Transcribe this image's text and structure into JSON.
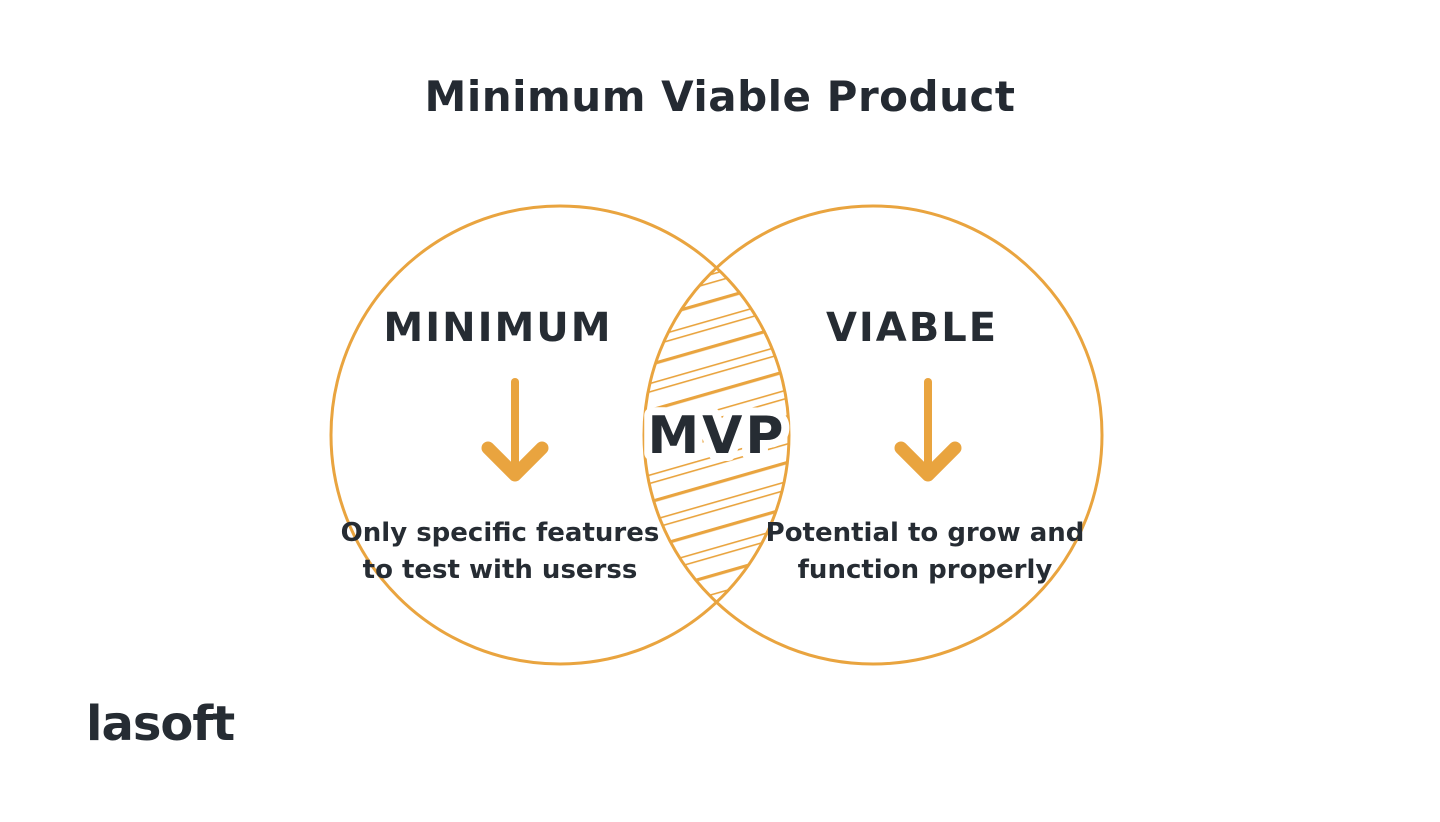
{
  "title": "Minimum Viable Product",
  "colors": {
    "accent_orange": "#E9A43F",
    "dark_text": "#262C33",
    "background": "#FFFFFF"
  },
  "diagram": {
    "type": "venn",
    "left_circle": {
      "label": "MINIMUM",
      "description_line1": "Only specific features",
      "description_line2": "to test with userss"
    },
    "right_circle": {
      "label": "VIABLE",
      "description_line1": "Potential to grow and",
      "description_line2": "function properly"
    },
    "intersection": {
      "label": "MVP"
    }
  },
  "logo": {
    "text": "lasoft"
  }
}
